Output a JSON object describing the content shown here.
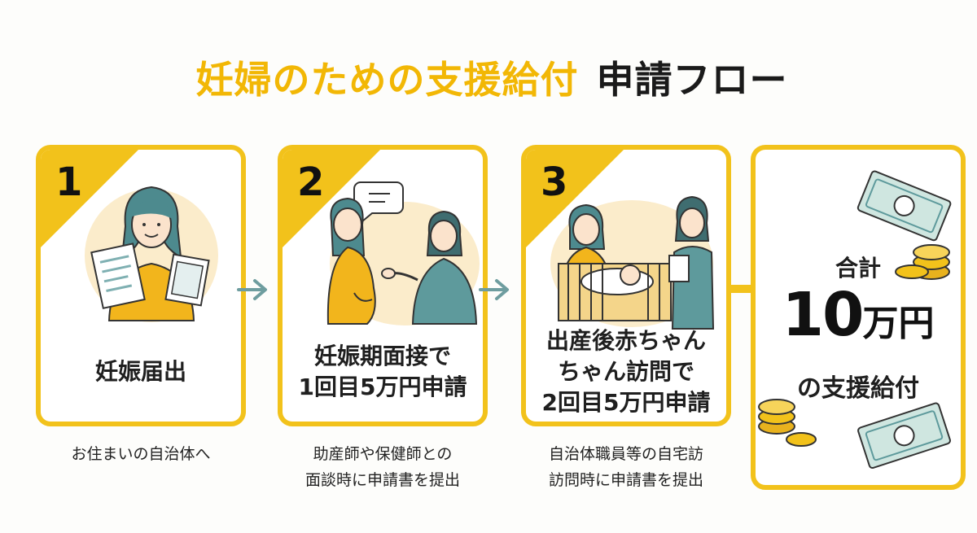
{
  "title": {
    "highlight": "妊婦のための支援給付",
    "rest": "申請フロー"
  },
  "steps": [
    {
      "number": "1",
      "lines": [
        "妊娠届出"
      ],
      "caption": [
        "お住まいの自治体へ"
      ]
    },
    {
      "number": "2",
      "lines": [
        "妊娠期面接で",
        "1回目5万円申請"
      ],
      "caption": [
        "助産師や保健師との",
        "面談時に申請書を提出"
      ]
    },
    {
      "number": "3",
      "lines": [
        "出産後赤ちゃん",
        "ちゃん訪問で",
        "2回目5万円申請"
      ],
      "caption": [
        "自治体職員等の自宅訪",
        "訪問時に申請書を提出"
      ]
    }
  ],
  "total": {
    "label": "合計",
    "amount": "10",
    "unit": "万円",
    "suffix": "の支援給付"
  },
  "colors": {
    "accent": "#f2c21b",
    "title_highlight": "#f2b705",
    "teal": "#5e9a9c",
    "arrow": "#6e9d9f"
  }
}
